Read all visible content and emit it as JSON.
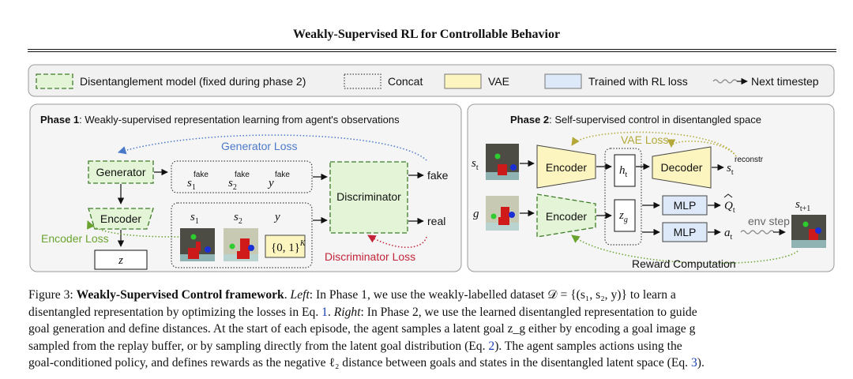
{
  "title": "Weakly-Supervised RL for Controllable Behavior",
  "legend": {
    "disentanglement": "Disentanglement model (fixed during phase 2)",
    "concat": "Concat",
    "vae": "VAE",
    "trained_rl": "Trained with RL loss",
    "next_timestep": "Next timestep"
  },
  "phase1": {
    "heading_bold": "Phase 1",
    "heading_rest": ": Weakly-supervised representation learning from agent's observations",
    "generator": "Generator",
    "encoder": "Encoder",
    "discriminator": "Discriminator",
    "z": "z",
    "fake": "fake",
    "real": "real",
    "generator_loss": "Generator Loss",
    "encoder_loss": "Encoder Loss",
    "discriminator_loss": "Discriminator Loss",
    "s1": "s",
    "s1_sub": "1",
    "s2": "s",
    "s2_sub": "2",
    "y": "y",
    "fake_sup": "fake",
    "set_label": "{0, 1}",
    "set_sup": "K"
  },
  "phase2": {
    "heading_bold": "Phase 2",
    "heading_rest": ": Self-supervised control in disentangled space",
    "encoder_top": "Encoder",
    "encoder_bottom": "Encoder",
    "decoder": "Decoder",
    "mlp_top": "MLP",
    "mlp_bottom": "MLP",
    "vae_loss": "VAE Loss",
    "reward_computation": "Reward Computation",
    "env_step": "env step",
    "st": "s",
    "st_sub": "t",
    "g": "g",
    "ht": "h",
    "ht_sub": "t",
    "zg": "z",
    "zg_sub": "g",
    "recon": "s",
    "recon_sub": "t",
    "recon_sup": "reconstr",
    "qt": "Q",
    "qt_sub": "t",
    "at": "a",
    "at_sub": "t",
    "st1": "s",
    "st1_sub": "t+1"
  },
  "colors": {
    "green_fill": "#e3f5d6",
    "green_stroke": "#3f7d2a",
    "yellow_fill": "#fdf5bf",
    "blue_fill": "#dde8f8",
    "blue_text": "#4a79c9",
    "green_text": "#6aa42f",
    "red_text": "#c3243a",
    "olive": "#b3a838"
  },
  "caption": {
    "label": "Figure 3:",
    "title_bold": "Weakly-Supervised Control framework",
    "left_word": "Left",
    "part1": ": In Phase 1, we use the weakly-labelled dataset 𝒟 = {(s₁, s₂, y)} to learn a",
    "line2a": "disentangled representation by optimizing the losses in Eq. ",
    "eq1": "1",
    "line2b": ". ",
    "right_word": "Right",
    "line2c": ": In Phase 2, we use the learned disentangled representation to guide",
    "line3": "goal generation and define distances. At the start of each episode, the agent samples a latent goal z_g either by encoding a goal image g",
    "line4a": "sampled from the replay buffer, or by sampling directly from the latent goal distribution (Eq. ",
    "eq2": "2",
    "line4b": "). The agent samples actions using the",
    "line5a": "goal-conditioned policy, and defines rewards as the negative ℓ₂ distance between goals and states in the disentangled latent space (Eq. ",
    "eq3": "3",
    "line5b": ")."
  }
}
